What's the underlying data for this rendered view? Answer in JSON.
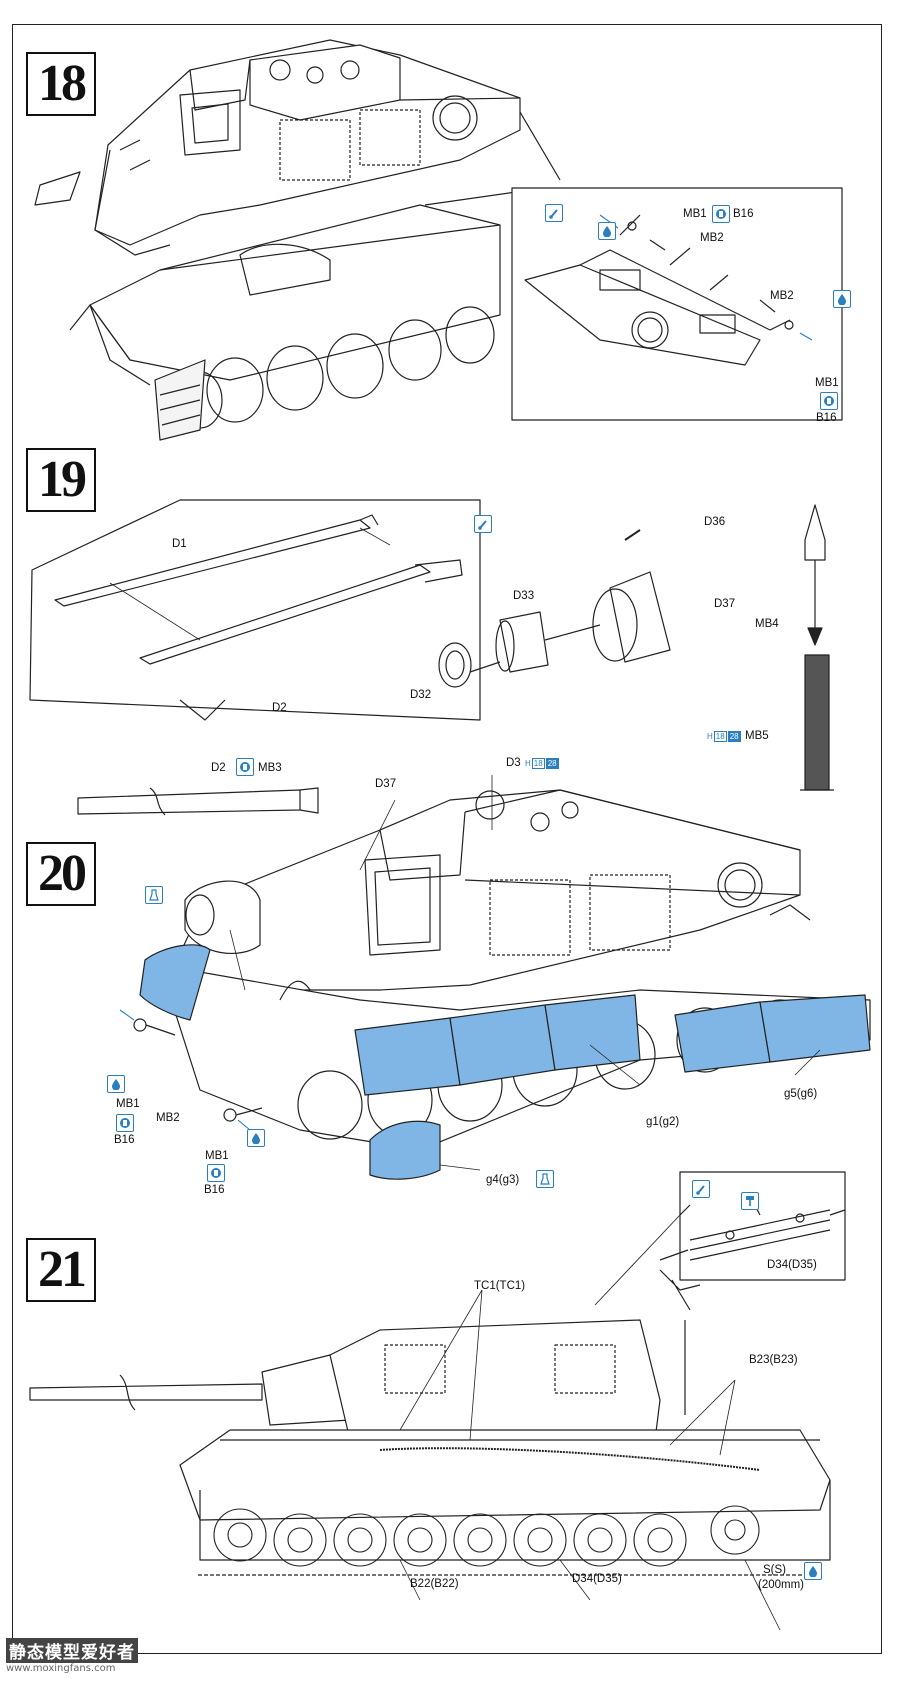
{
  "colors": {
    "part_highlight": "#7fb6e6",
    "icon_blue": "#2a7fc0",
    "line": "#222222"
  },
  "steps": [
    {
      "number": "18"
    },
    {
      "number": "19"
    },
    {
      "number": "20"
    },
    {
      "number": "21"
    }
  ],
  "step18": {
    "callout_labels": {
      "mb1_top": "MB1",
      "b16_top": "B16",
      "mb2_top": "MB2",
      "mb2_right": "MB2",
      "mb1_right": "MB1",
      "b16_right": "B16"
    },
    "icons": [
      "glue-icon",
      "paint-icon",
      "paint-icon"
    ]
  },
  "step19": {
    "labels": {
      "d1": "D1",
      "d2_inset": "D2",
      "d2_below": "D2",
      "mb3": "MB3",
      "d36": "D36",
      "d33": "D33",
      "d37": "D37",
      "d32": "D32",
      "mb4": "MB4",
      "mb5": "MB5"
    },
    "color_tag": {
      "prefix": "H",
      "a": "18",
      "b": "28"
    }
  },
  "step20": {
    "labels": {
      "d3": "D3",
      "d37": "D37",
      "mb1_left": "MB1",
      "b16_left": "B16",
      "mb2_left": "MB2",
      "mb1_bottom": "MB1",
      "b16_bottom": "B16",
      "g1": "g1(g2)",
      "g5": "g5(g6)",
      "g4": "g4(g3)"
    },
    "color_tag": {
      "prefix": "H",
      "a": "18",
      "b": "28"
    }
  },
  "step21": {
    "labels": {
      "tc1": "TC1(TC1)",
      "b23": "B23(B23)",
      "d34_inset": "D34(D35)",
      "b22": "B22(B22)",
      "d34": "D34(D35)",
      "s": "S(S)",
      "s_len": "(200mm)"
    }
  },
  "watermark": {
    "title": "静态模型爱好者",
    "url": "www.moxingfans.com"
  }
}
